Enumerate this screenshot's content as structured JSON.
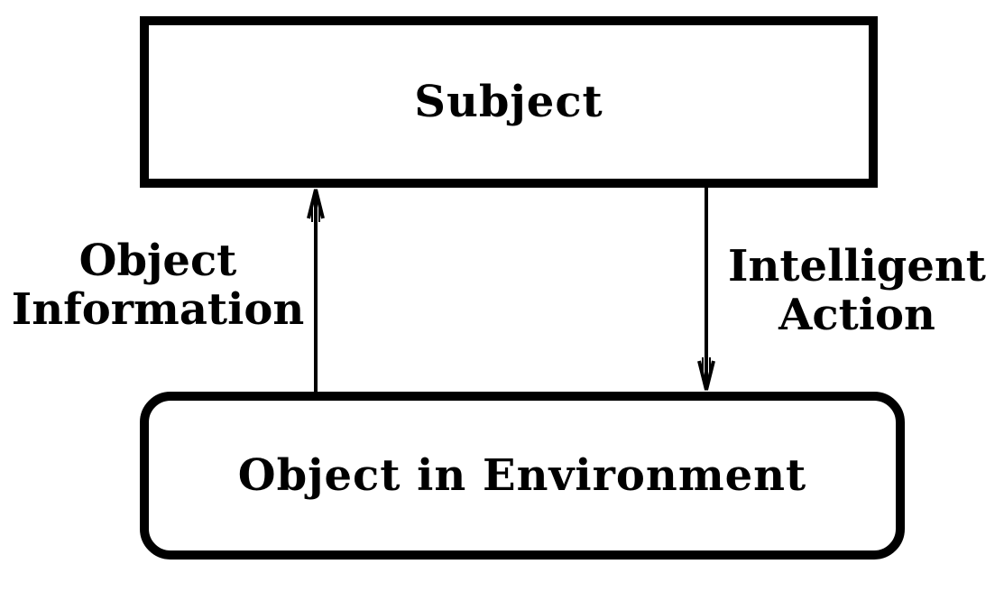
{
  "nodes": {
    "subject": "Subject",
    "environment": "Object in Environment"
  },
  "edges": {
    "upward": {
      "label_line1": "Object",
      "label_line2": "Information"
    },
    "downward": {
      "label_line1": "Intelligent",
      "label_line2": "Action"
    }
  },
  "colors": {
    "stroke": "#000000",
    "background": "#ffffff"
  }
}
